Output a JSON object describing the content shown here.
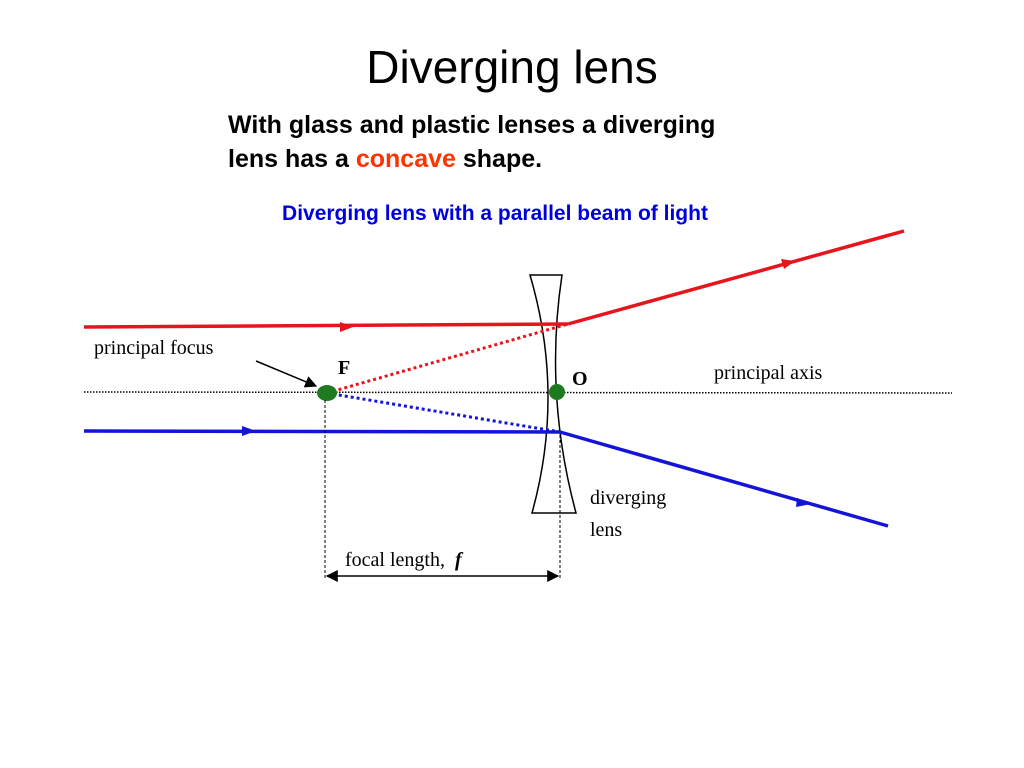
{
  "title": "Diverging lens",
  "intro": {
    "line1": "With glass and plastic lenses a diverging",
    "line2_before": "lens has a",
    "highlight": "concave",
    "line2_after": "shape."
  },
  "subtitle": "Diverging lens with a parallel beam of light",
  "labels": {
    "principal_focus": "principal focus",
    "focus_letter": "F",
    "optical_centre": "O",
    "principal_axis": "principal axis",
    "lens_line1": "diverging",
    "lens_line2": "lens",
    "focal_length_prefix": "focal length,",
    "focal_length_symbol": "f"
  },
  "colors": {
    "upper_ray": "#e8141c",
    "lower_ray": "#1414d8",
    "highlight": "#ff3300",
    "subtitle": "#0000dd",
    "points": "#1e7a1e"
  }
}
